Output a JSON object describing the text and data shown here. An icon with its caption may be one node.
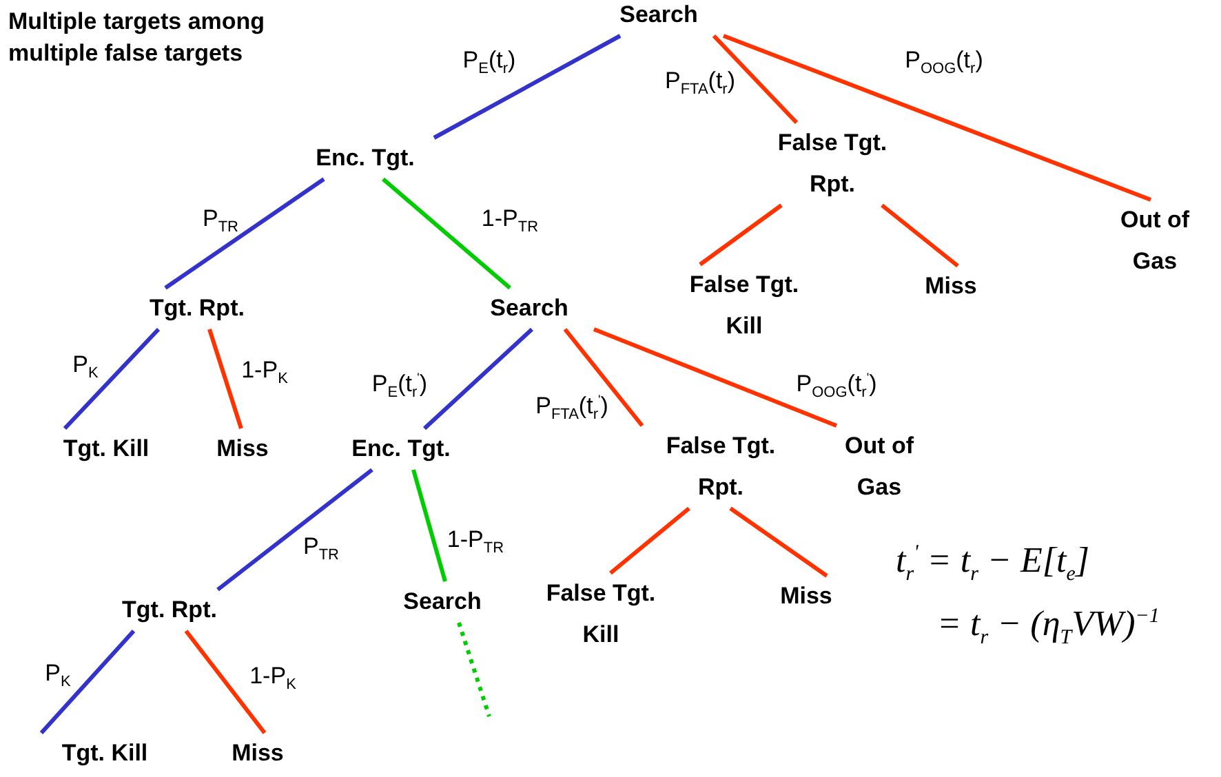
{
  "diagram": {
    "title": "Multiple targets among multiple false targets",
    "nodes": [
      {
        "text": [
          "Search"
        ]
      },
      {
        "text": [
          "Enc. Tgt."
        ]
      },
      {
        "text": [
          "False Tgt. Rpt."
        ]
      },
      {
        "text": [
          "Out of Gas"
        ]
      },
      {
        "text": [
          "Tgt. Rpt."
        ]
      },
      {
        "text": [
          "Search"
        ]
      },
      {
        "text": [
          "False Tgt. Kill"
        ]
      },
      {
        "text": [
          "Miss"
        ]
      },
      {
        "text": [
          "Tgt. Kill"
        ]
      },
      {
        "text": [
          "Miss"
        ]
      },
      {
        "text": [
          "Enc. Tgt."
        ]
      },
      {
        "text": [
          "False Tgt. Rpt."
        ]
      },
      {
        "text": [
          "Out of Gas"
        ]
      },
      {
        "text": [
          "Tgt. Rpt."
        ]
      },
      {
        "text": [
          "Search"
        ]
      },
      {
        "text": [
          "False Tgt. Kill"
        ]
      },
      {
        "text": [
          "Miss"
        ]
      },
      {
        "text": [
          "Tgt. Kill"
        ]
      },
      {
        "text": [
          "Miss"
        ]
      }
    ],
    "edges": [
      {
        "from": 0,
        "to": 1,
        "arrow": "none",
        "label": "P$_{E}$(t$_{r}$)",
        "color": "#3333cc"
      },
      {
        "from": 0,
        "to": 2,
        "arrow": "none",
        "label": "P$_{FTA}$(t$_{r}$)"
      },
      {
        "from": 0,
        "to": 3,
        "arrow": "none",
        "label": "P$_{OOG}$(t$_{r}$)"
      },
      {
        "from": 1,
        "to": 4,
        "arrow": "none",
        "label": "P$_{TR}$",
        "color": "#3333cc"
      },
      {
        "from": 1,
        "to": 5,
        "arrow": "none",
        "label": "1-P$_{TR}$",
        "color": "#00cc00"
      },
      {
        "from": 2,
        "to": 6,
        "arrow": "none"
      },
      {
        "from": 2,
        "to": 7,
        "arrow": "none"
      },
      {
        "from": 4,
        "to": 8,
        "arrow": "none",
        "label": "P$_{K}$",
        "color": "#3333cc"
      },
      {
        "from": 4,
        "to": 9,
        "arrow": "none",
        "label": "1-P$_{K}$"
      },
      {
        "from": 5,
        "to": 10,
        "arrow": "none",
        "label": "P$_{E}$(t$_{r}$$^{'}$)",
        "color": "#3333cc"
      },
      {
        "from": 5,
        "to": 11,
        "arrow": "none",
        "label": "P$_{FTA}$(t$_{r}$$^{'}$)"
      },
      {
        "from": 5,
        "to": 12,
        "arrow": "none",
        "label": "P$_{OOG}$(t$_{r}$$^{'}$)"
      },
      {
        "from": 10,
        "to": 13,
        "arrow": "none",
        "label": "P$_{TR}$",
        "color": "#3333cc"
      },
      {
        "from": 10,
        "to": 14,
        "arrow": "none",
        "label": "1-P$_{TR}$",
        "color": "#00cc00"
      },
      {
        "from": 11,
        "to": 15,
        "arrow": "none"
      },
      {
        "from": 11,
        "to": 16,
        "arrow": "none"
      },
      {
        "from": 13,
        "to": 17,
        "arrow": "none",
        "label": "P$_{K}$",
        "color": "#3333cc"
      },
      {
        "from": 13,
        "to": 18,
        "arrow": "none",
        "label": "1-P$_{K}$"
      },
      {
        "from": 14,
        "to": null,
        "arrow": "none",
        "style": "dashed",
        "color": "#00cc00"
      }
    ],
    "labels": [
      "t$_{r}$$^{'}$ = t$_{r}$ − E[t$_{e}$]",
      "= t$_{r}$ − (η$_{T}$VW)$^{−1}$"
    ]
  }
}
